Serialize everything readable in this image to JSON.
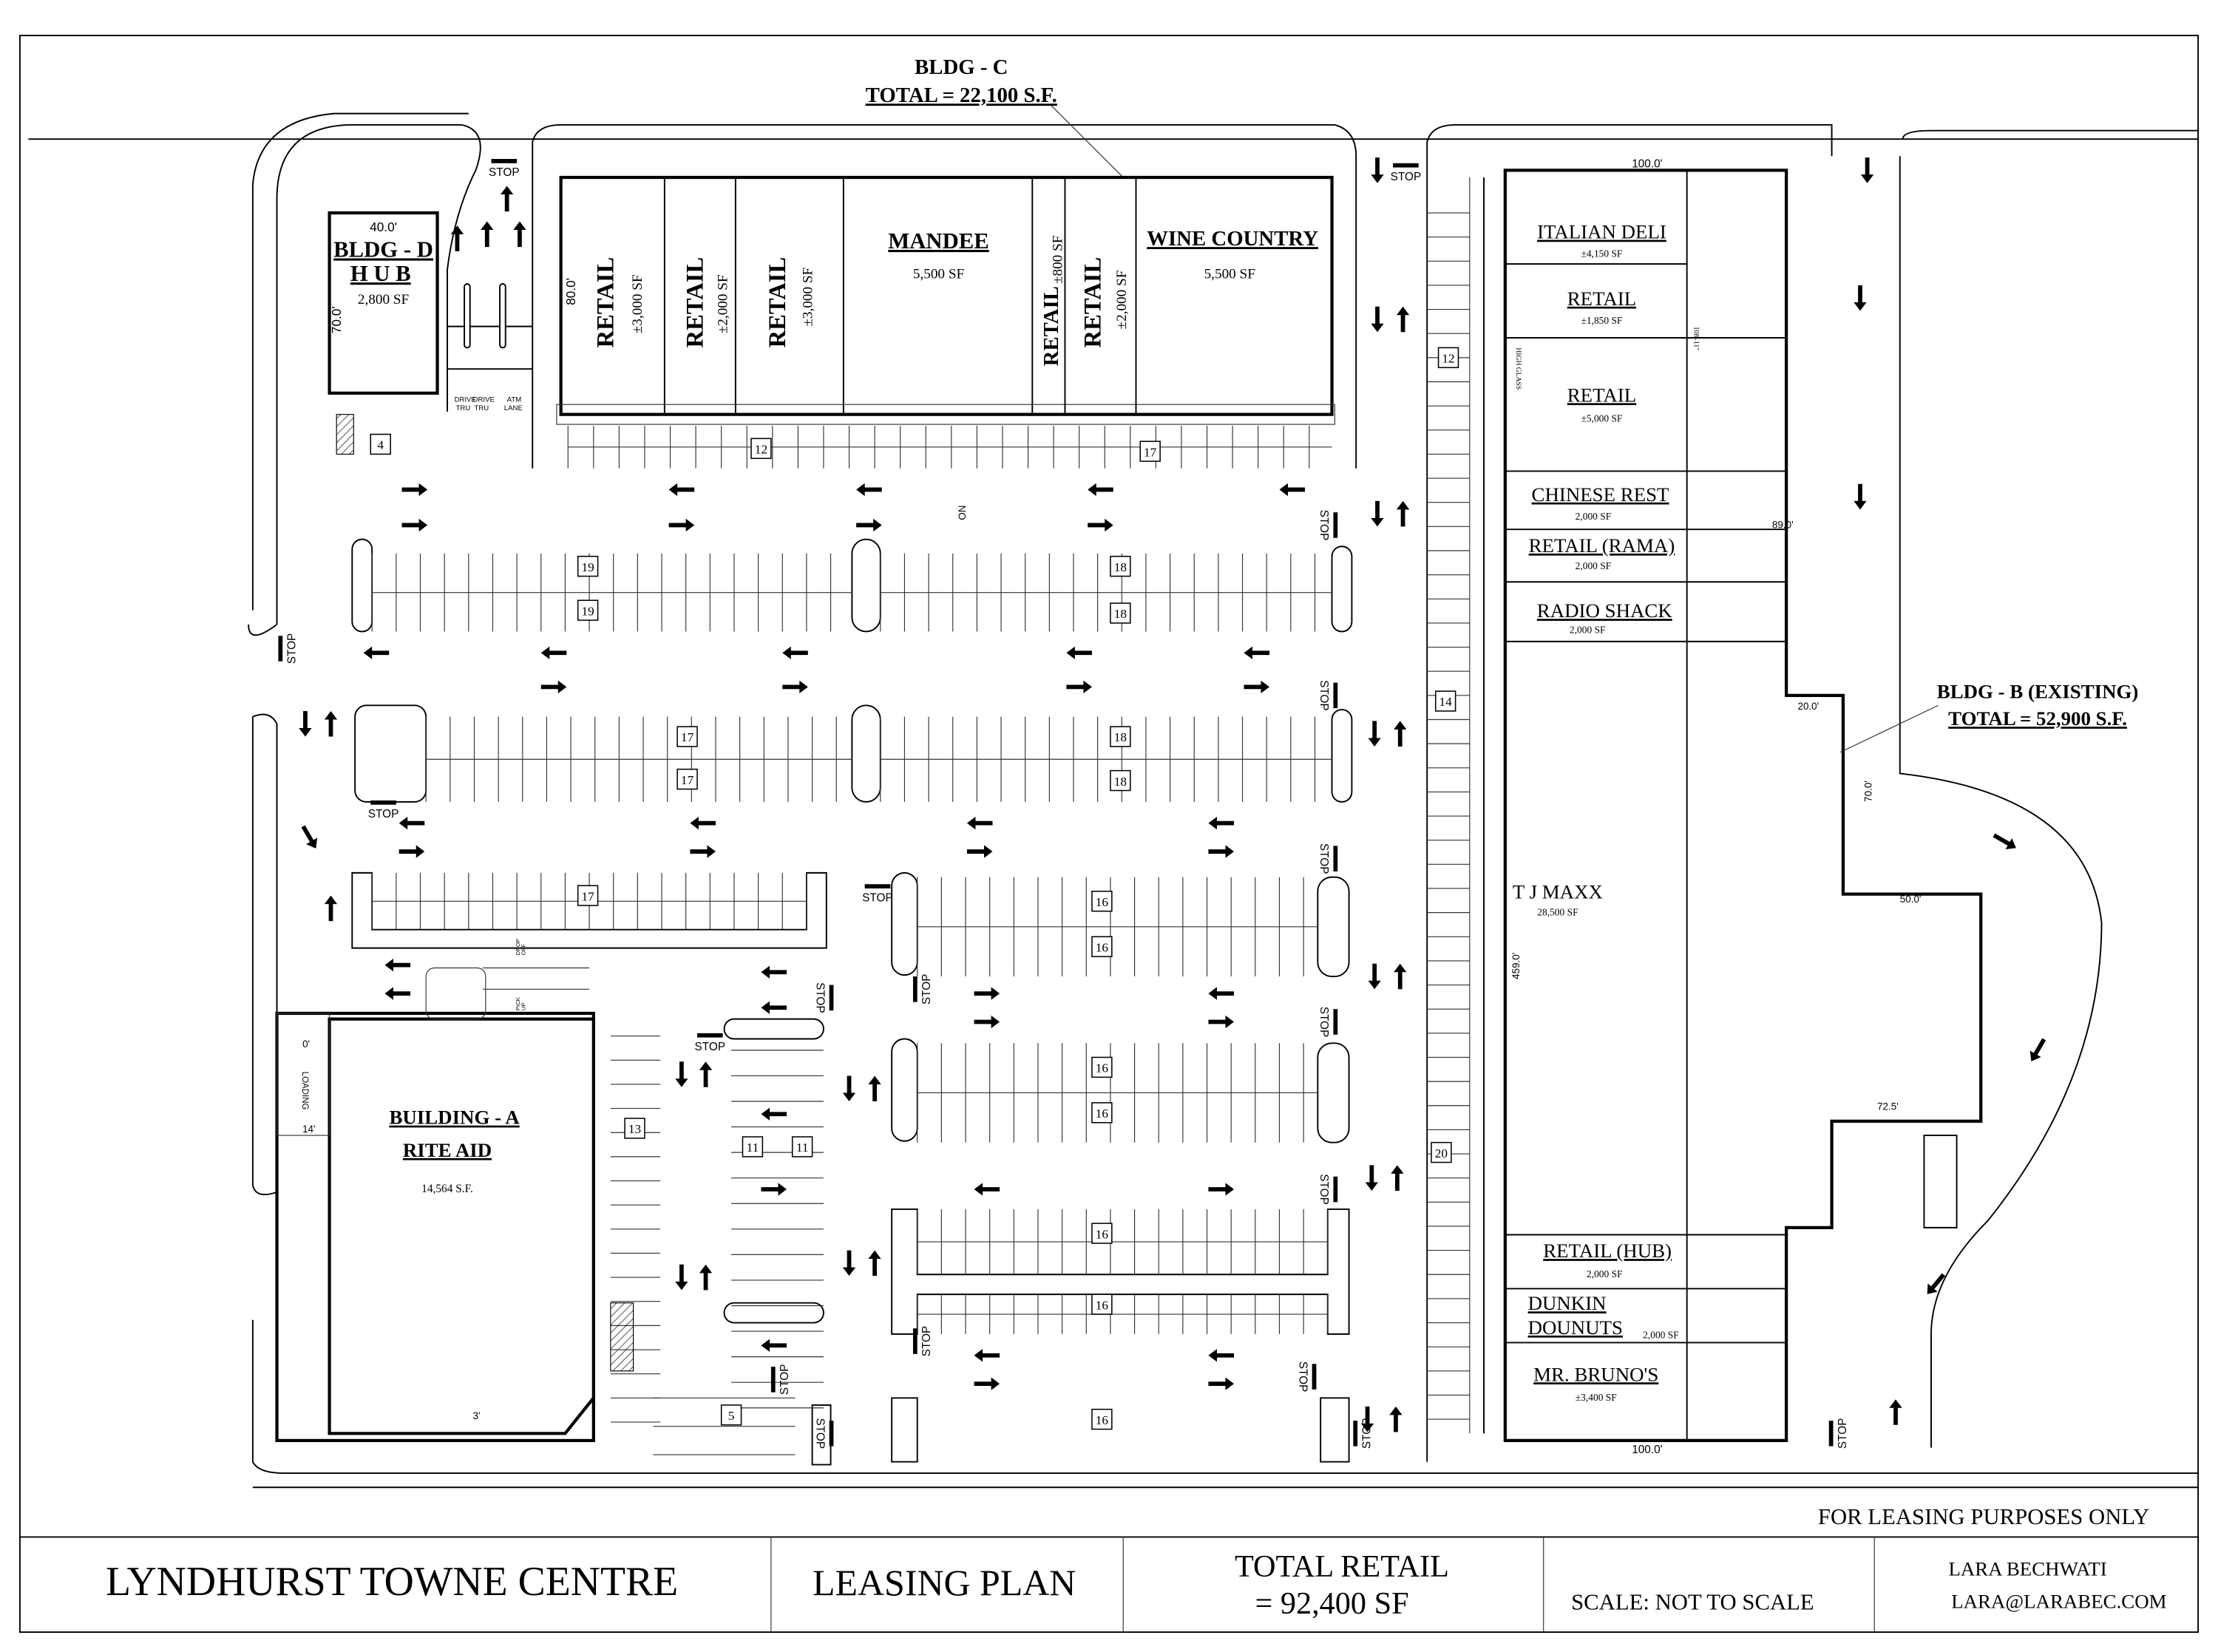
{
  "bldg_c": {
    "title": "BLDG - C",
    "total": "TOTAL = 22,100 S.F.",
    "depth": "80.0'",
    "units": [
      {
        "name": "RETAIL",
        "area": "±3,000 SF"
      },
      {
        "name": "RETAIL",
        "area": "±2,000 SF"
      },
      {
        "name": "RETAIL",
        "area": "±3,000 SF"
      },
      {
        "name": "MANDEE",
        "area": "5,500 SF"
      },
      {
        "name": "RETAIL",
        "area": "±800 SF"
      },
      {
        "name": "RETAIL",
        "area": "±2,000 SF"
      },
      {
        "name": "WINE COUNTRY",
        "area": "5,500 SF"
      }
    ]
  },
  "bldg_d": {
    "title": "BLDG - D",
    "name": "H U B",
    "area": "2,800 SF",
    "width": "40.0'",
    "depth": "70.0'",
    "lanes": [
      "DRIVE",
      "TRU",
      "DRIVE",
      "TRU",
      "ATM",
      "LANE"
    ]
  },
  "bldg_b": {
    "title": "BLDG - B (EXISTING)",
    "total": "TOTAL = 52,900 S.F.",
    "units": [
      {
        "name": "ITALIAN DELI",
        "area": "±4,150 SF"
      },
      {
        "name": "RETAIL",
        "area": "±1,850 SF"
      },
      {
        "name": "RETAIL",
        "area": "±5,000 SF"
      },
      {
        "name": "CHINESE REST",
        "area": "2,000 SF"
      },
      {
        "name": "RETAIL (RAMA)",
        "area": "2,000 SF"
      },
      {
        "name": "RADIO SHACK",
        "area": "2,000 SF"
      },
      {
        "name": "T J MAXX",
        "area": "28,500 SF"
      },
      {
        "name": "RETAIL (HUB)",
        "area": "2,000 SF"
      },
      {
        "name": "DUNKIN",
        "name2": "DOUNUTS",
        "area": "2,000 SF"
      },
      {
        "name": "MR. BRUNO'S",
        "area": "±3,400 SF"
      }
    ],
    "dims": {
      "top": "100.0'",
      "bottom": "100.0'",
      "d1": "108'-11\"",
      "high_glass": "HIGH GLASS",
      "d89": "89.0'",
      "d20": "20.0'",
      "d70": "70.0'",
      "d50": "50.0'",
      "d72": "72.5'",
      "d459": "459.0'"
    }
  },
  "bldg_a": {
    "title": "BUILDING - A",
    "name": "RITE AID",
    "area": "14,564 S.F.",
    "loading": "LOADING",
    "dim0": "0'",
    "dim14": "14'",
    "dim3": "3'",
    "drop_off": [
      "DROP",
      "OFF"
    ],
    "pick_up": [
      "PICK",
      "UP"
    ]
  },
  "signs": {
    "stop": "STOP",
    "no": "NO"
  },
  "stall_counts": [
    "4",
    "12",
    "17",
    "12",
    "19",
    "19",
    "18",
    "18",
    "17",
    "17",
    "18",
    "18",
    "14",
    "17",
    "16",
    "16",
    "16",
    "16",
    "20",
    "13",
    "11",
    "11",
    "16",
    "16",
    "5",
    "16"
  ],
  "title_block": {
    "note": "FOR LEASING PURPOSES ONLY",
    "project": "LYNDHURST TOWNE CENTRE",
    "sheet": "LEASING PLAN",
    "total_label": "TOTAL RETAIL",
    "total_value": "= 92,400  SF",
    "scale": "SCALE: NOT TO SCALE",
    "author": "LARA BECHWATI",
    "email": "LARA@LARABEC.COM"
  }
}
